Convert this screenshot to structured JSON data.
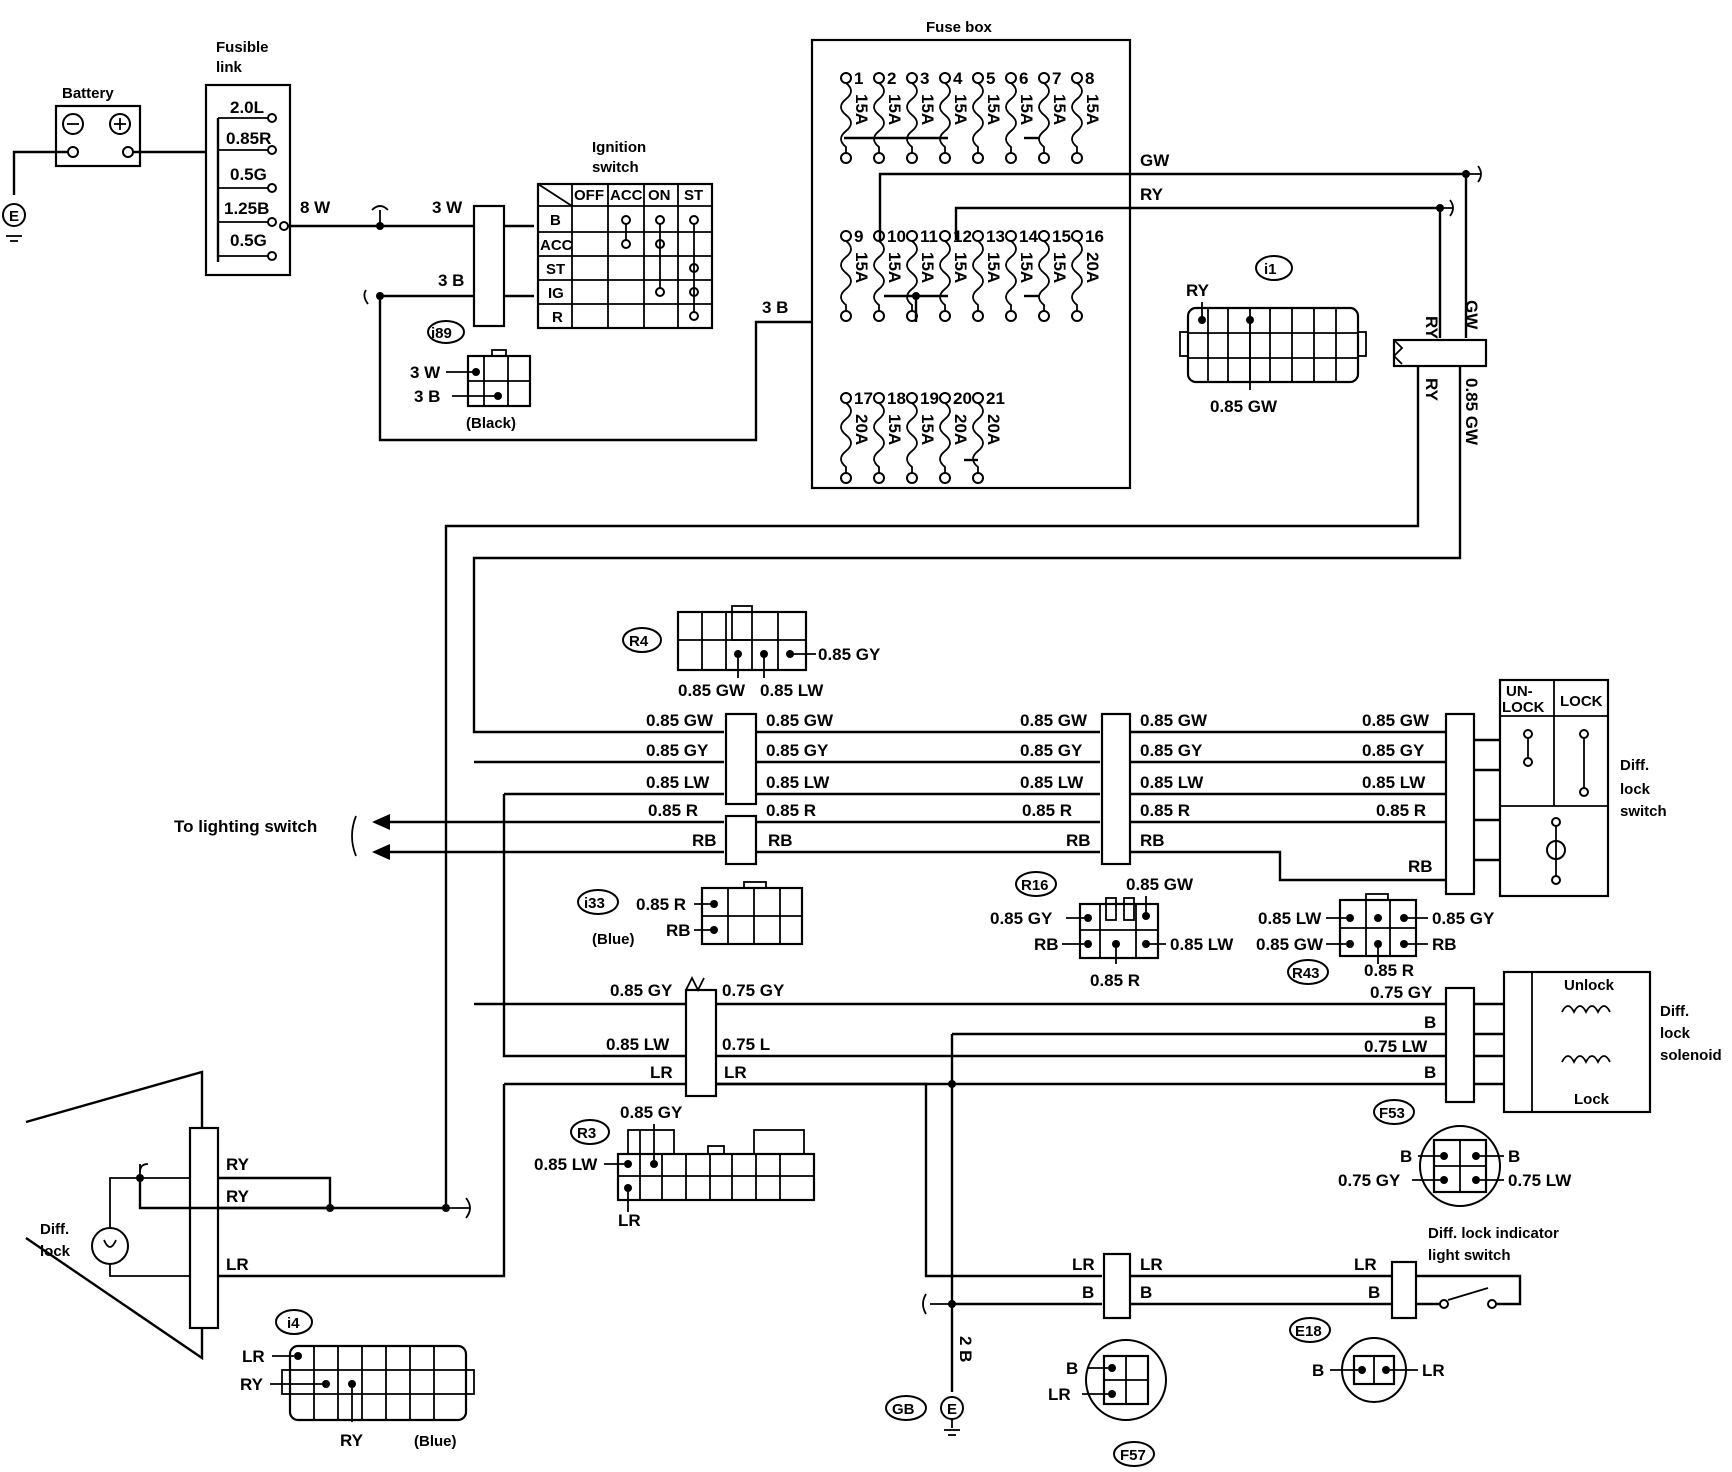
{
  "labels": {
    "battery": "Battery",
    "fusible_link_1": "Fusible",
    "fusible_link_2": "link",
    "fuse_box": "Fuse box",
    "ignition_1": "Ignition",
    "ignition_2": "switch",
    "to_lighting": "To lighting switch",
    "diff_lock_switch_1": "Diff.",
    "diff_lock_switch_2": "lock",
    "diff_lock_switch_3": "switch",
    "solenoid_1": "Diff.",
    "solenoid_2": "lock",
    "solenoid_3": "solenoid",
    "indicator_sw_1": "Diff. lock indicator",
    "indicator_sw_2": "light switch",
    "diff_lock_lamp_1": "Diff.",
    "diff_lock_lamp_2": "lock",
    "unlock_box_1": "UN-",
    "unlock_box_2": "LOCK",
    "lock_box": "LOCK",
    "unlock_coil": "Unlock",
    "lock_coil": "Lock",
    "earth": "E"
  },
  "fusible_link": [
    "2.0L",
    "0.85R",
    "0.5G",
    "1.25B",
    "0.5G"
  ],
  "ignition_table": {
    "cols": [
      "OFF",
      "ACC",
      "ON",
      "ST"
    ],
    "rows": [
      "B",
      "ACC",
      "ST",
      "IG",
      "R"
    ]
  },
  "fuses_row1": [
    {
      "n": "1",
      "a": "15A"
    },
    {
      "n": "2",
      "a": "15A"
    },
    {
      "n": "3",
      "a": "15A"
    },
    {
      "n": "4",
      "a": "15A"
    },
    {
      "n": "5",
      "a": "15A"
    },
    {
      "n": "6",
      "a": "15A"
    },
    {
      "n": "7",
      "a": "15A"
    },
    {
      "n": "8",
      "a": "15A"
    }
  ],
  "fuses_row2": [
    {
      "n": "9",
      "a": "15A"
    },
    {
      "n": "10",
      "a": "15A"
    },
    {
      "n": "11",
      "a": "15A"
    },
    {
      "n": "12",
      "a": "15A"
    },
    {
      "n": "13",
      "a": "15A"
    },
    {
      "n": "14",
      "a": "15A"
    },
    {
      "n": "15",
      "a": "15A"
    },
    {
      "n": "16",
      "a": "20A"
    }
  ],
  "fuses_row3": [
    {
      "n": "17",
      "a": "20A"
    },
    {
      "n": "18",
      "a": "15A"
    },
    {
      "n": "19",
      "a": "15A"
    },
    {
      "n": "20",
      "a": "20A"
    },
    {
      "n": "21",
      "a": "20A"
    }
  ],
  "wires": {
    "w8W": "8 W",
    "w3W": "3 W",
    "w3B": "3 B",
    "w3B_b": "3 B",
    "GW": "GW",
    "RY": "RY",
    "RY_v1": "RY",
    "GW_v": "GW",
    "RY_v2": "RY",
    "GW085_v": "0.85 GW",
    "i1_RY": "RY",
    "i1_GW": "0.85 GW",
    "i89_3W": "3 W",
    "i89_3B": "3 B",
    "black": "(Black)",
    "r4_gy": "0.85 GY",
    "r4_gw": "0.85 GW",
    "r4_lw": "0.85 LW",
    "h_gw": "0.85 GW",
    "h_gy": "0.85 GY",
    "h_lw": "0.85 LW",
    "h_r": "0.85 R",
    "h_rb": "RB",
    "i33_r": "0.85 R",
    "i33_rb": "RB",
    "blue": "(Blue)",
    "r16_gw": "0.85 GW",
    "r16_gy": "0.85 GY",
    "r16_rb": "RB",
    "r16_lw": "0.85 LW",
    "r16_r": "0.85 R",
    "r43_lw": "0.85 LW",
    "r43_gw": "0.85 GW",
    "r43_gy": "0.85 GY",
    "r43_rb": "RB",
    "r43_r": "0.85 R",
    "s_gy085": "0.85 GY",
    "s_gy075": "0.75 GY",
    "s_lw085": "0.85 LW",
    "s_l075": "0.75 L",
    "s_lr": "LR",
    "sol_gy": "0.75 GY",
    "sol_b": "B",
    "sol_lw": "0.75 LW",
    "r3_gy": "0.85 GY",
    "r3_lw": "0.85 LW",
    "r3_lr": "LR",
    "f53_b": "B",
    "f53_gy": "0.75 GY",
    "f53_lw": "0.75 LW",
    "lamp_ry": "RY",
    "lamp_lr": "LR",
    "i4_lr": "LR",
    "i4_ry": "RY",
    "i4_ry_b": "RY",
    "i4_blue": "(Blue)",
    "b_lr": "LR",
    "b_b": "B",
    "w2B": "2 B",
    "f57_b": "B",
    "f57_lr": "LR",
    "e18_b": "B",
    "e18_lr": "LR"
  },
  "connectors": {
    "i89": "i89",
    "i1": "i1",
    "R4": "R4",
    "i33": "i33",
    "R16": "R16",
    "R43": "R43",
    "R3": "R3",
    "F53": "F53",
    "i4": "i4",
    "GB": "GB",
    "F57": "F57",
    "E18": "E18"
  }
}
